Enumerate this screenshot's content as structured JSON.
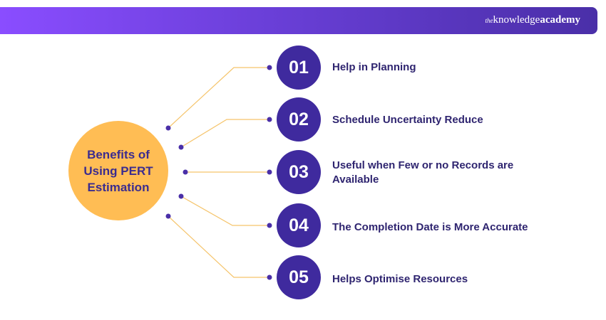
{
  "header": {
    "brand_the": "the",
    "brand_knowledge": "knowledge",
    "brand_academy": "academy"
  },
  "center": {
    "title": "Benefits of\nUsing PERT\nEstimation"
  },
  "items": [
    {
      "number": "01",
      "label": "Help in Planning"
    },
    {
      "number": "02",
      "label": "Schedule Uncertainty Reduce"
    },
    {
      "number": "03",
      "label": "Useful when Few or no Records are Available"
    },
    {
      "number": "04",
      "label": "The Completion Date is More Accurate"
    },
    {
      "number": "05",
      "label": "Helps Optimise Resources"
    }
  ],
  "colors": {
    "header_gradient_start": "#8a4dff",
    "header_gradient_end": "#4a2fa8",
    "center_fill": "#ffbd54",
    "number_circle_fill": "#3f2a9e",
    "connector_line": "#f5c46b",
    "dot": "#4a2fa8",
    "text": "#2f2570"
  }
}
